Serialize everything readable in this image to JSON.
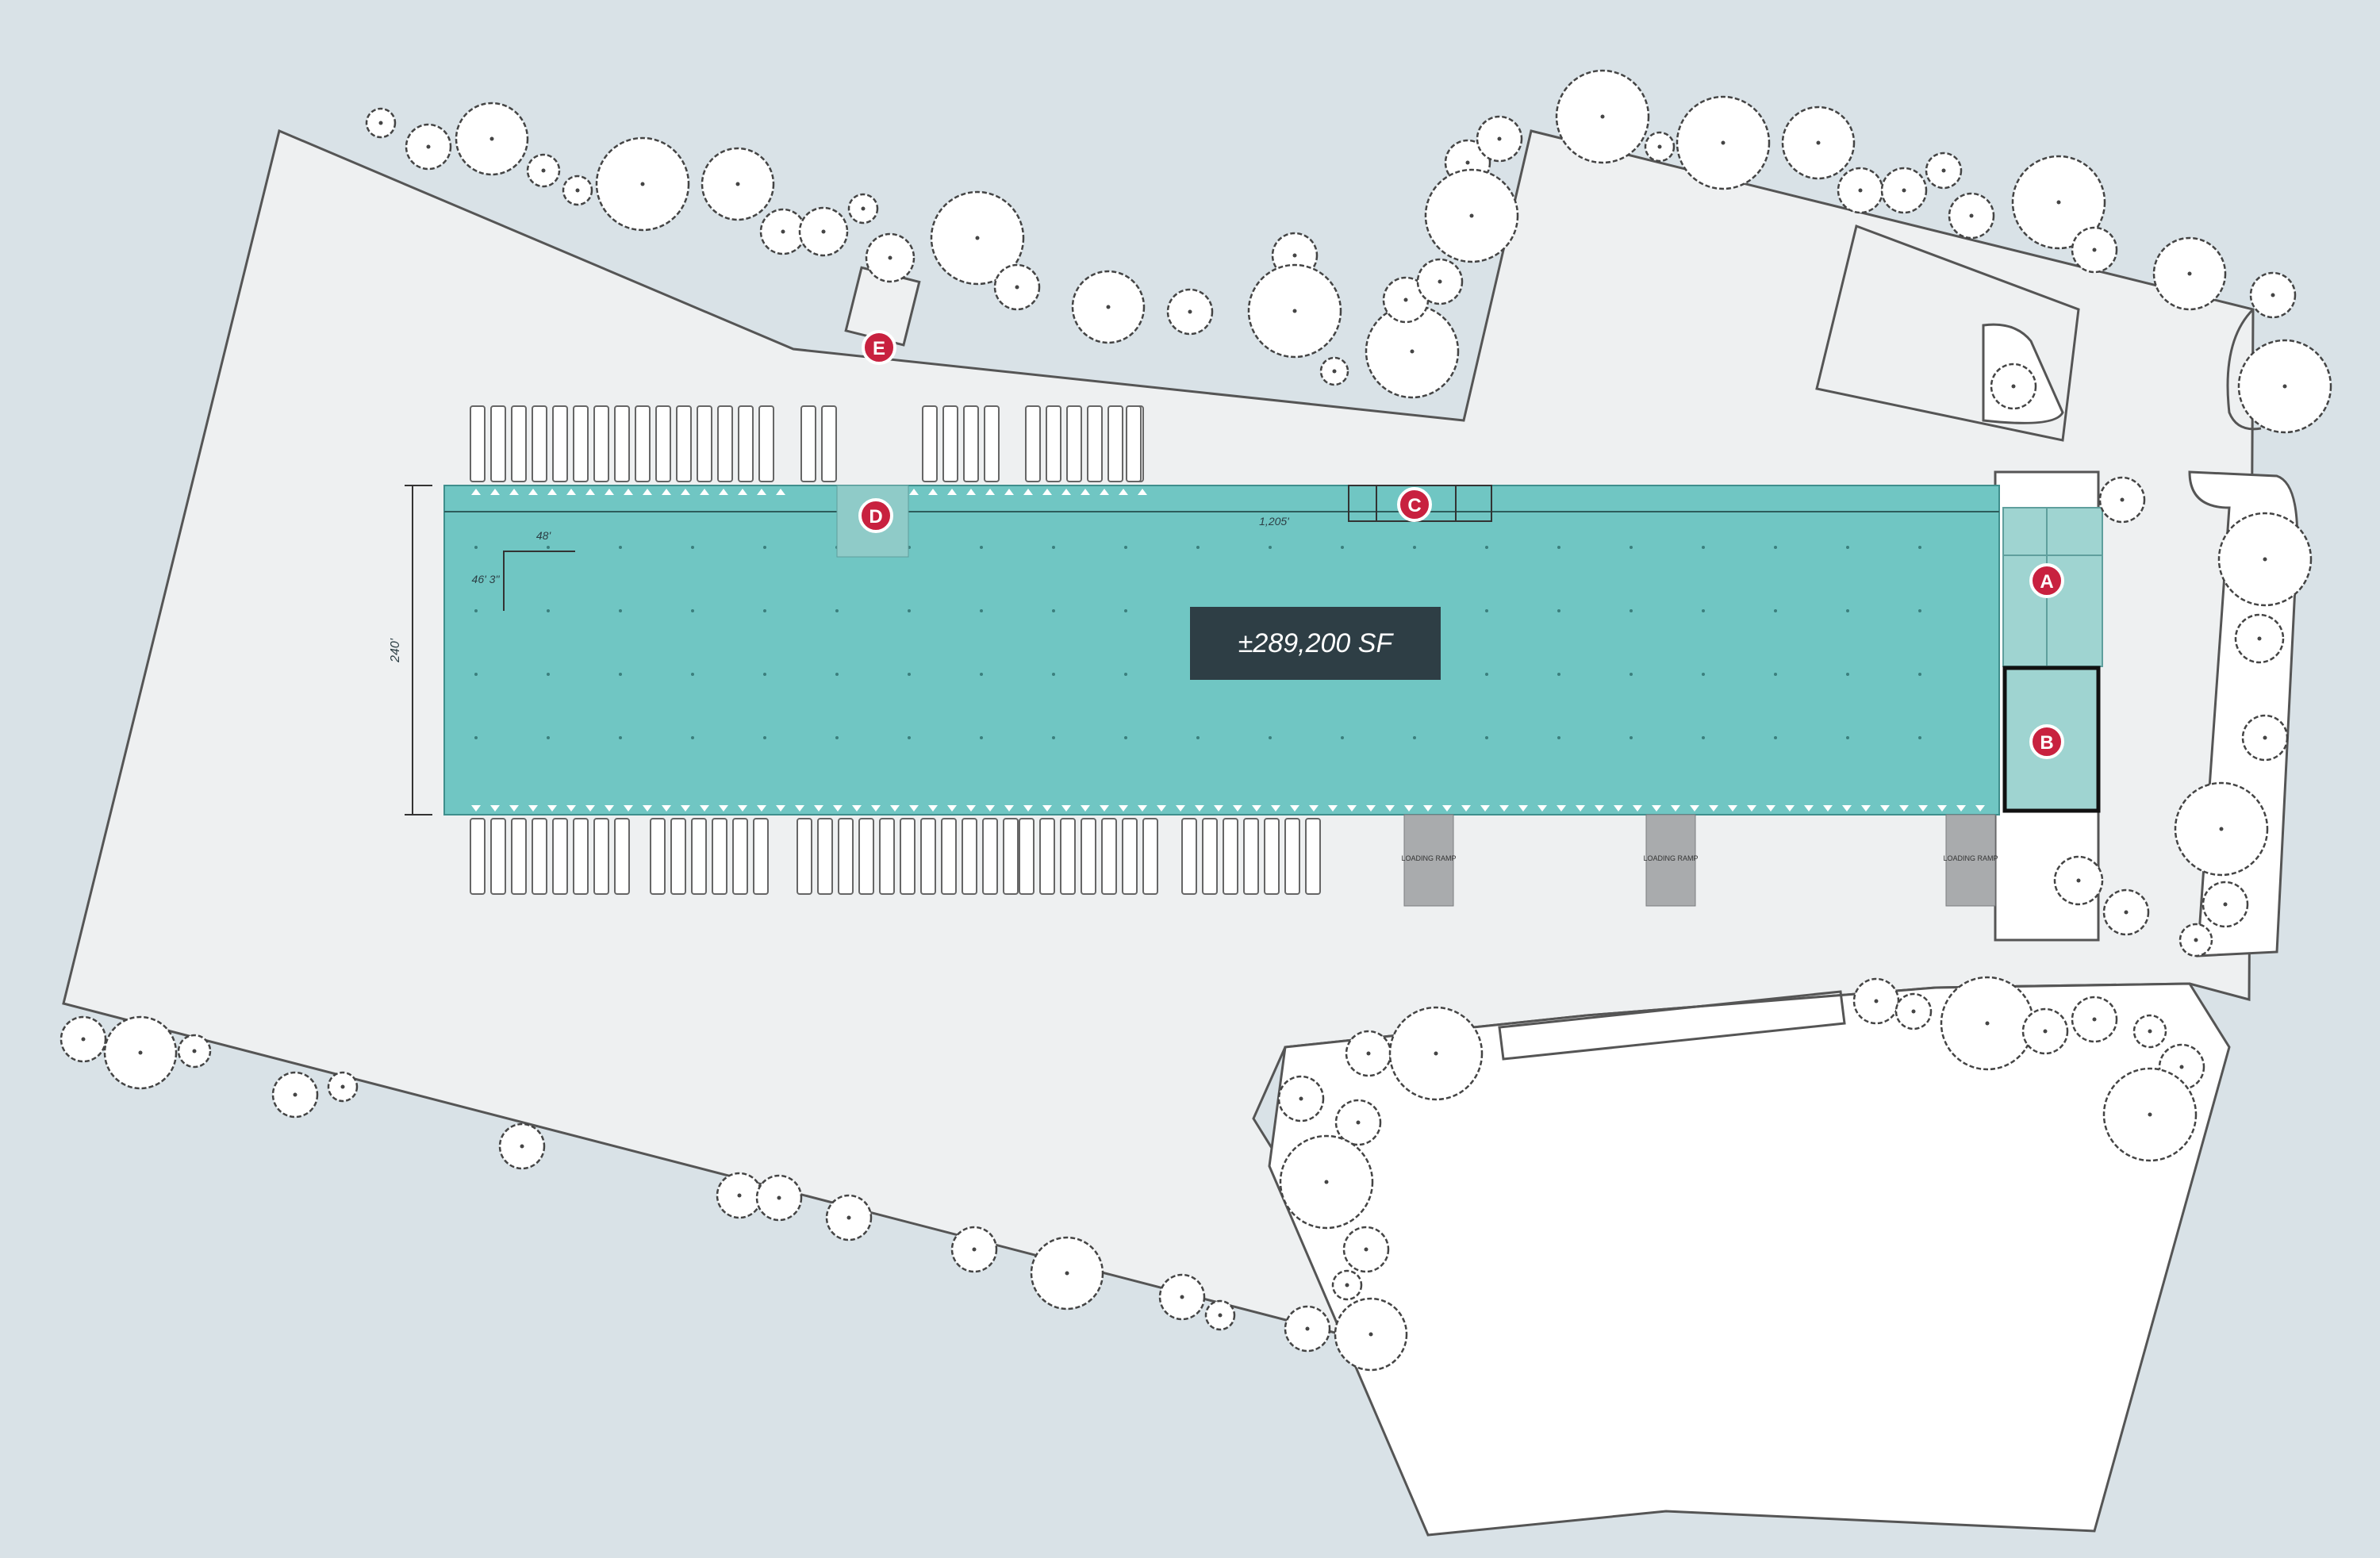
{
  "building": {
    "area_label": "±289,200 SF",
    "length_label": "1,205'",
    "depth_label": "240'",
    "bay_width_label": "48'",
    "bay_depth_label": "46' 3\""
  },
  "markers": [
    {
      "letter": "A"
    },
    {
      "letter": "B"
    },
    {
      "letter": "C"
    },
    {
      "letter": "D"
    },
    {
      "letter": "E"
    }
  ],
  "ramps": [
    {
      "label": "LOADING RAMP"
    },
    {
      "label": "LOADING RAMP"
    },
    {
      "label": "LOADING RAMP"
    }
  ],
  "colors": {
    "background": "#d9e2e7",
    "site": "#eef0f1",
    "building": "#70c6c3",
    "marker": "#c8213f",
    "area_badge": "#2e3e45",
    "ramp": "#a9abad"
  }
}
